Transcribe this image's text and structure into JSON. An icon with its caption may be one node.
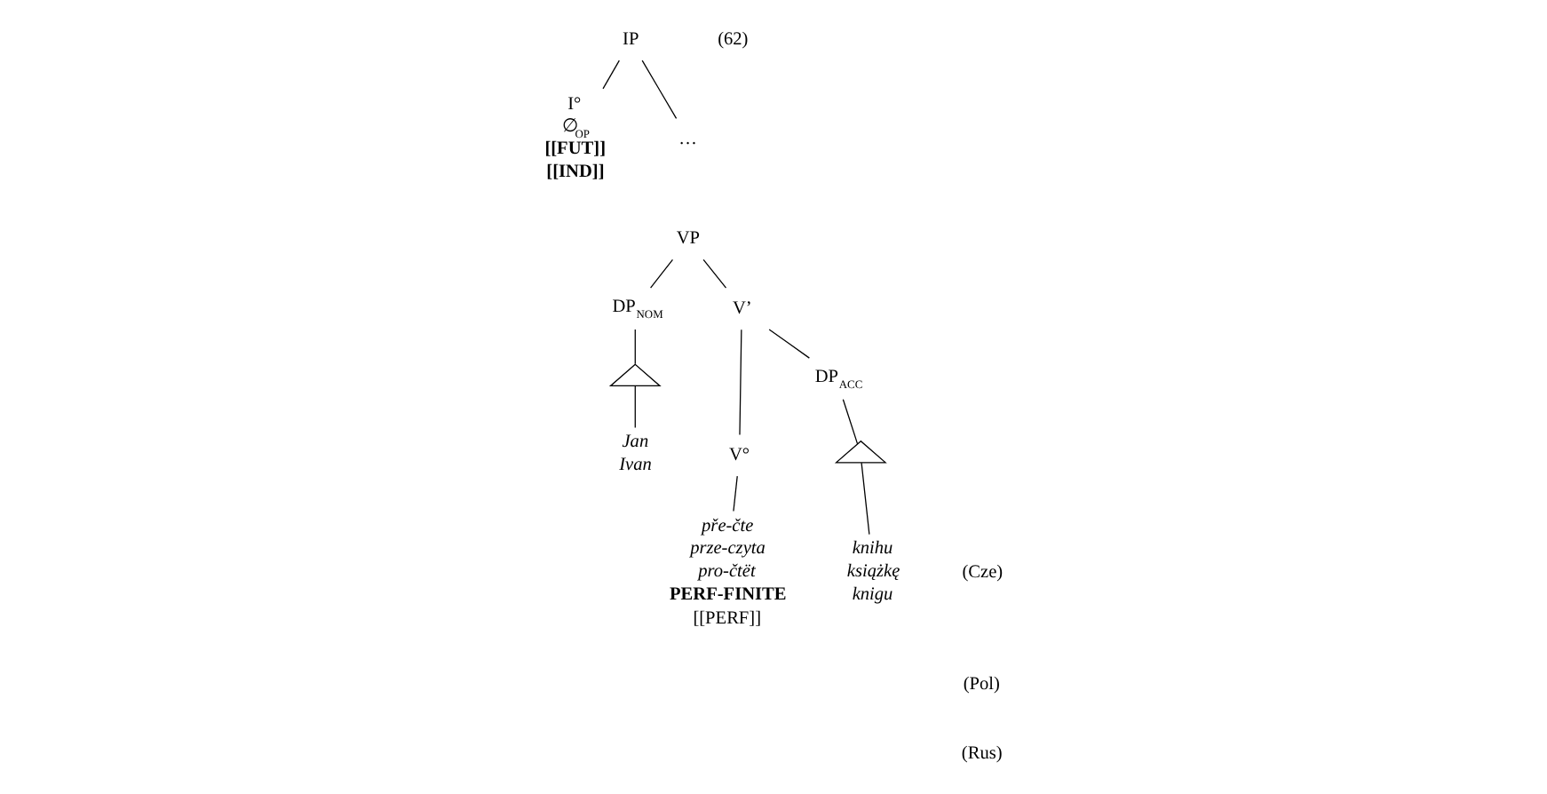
{
  "diagram": {
    "nodes": [
      {
        "text": [
          "IP"
        ]
      },
      {
        "text": [
          "I°",
          "∅$_{OP}$",
          "[[FUT]]",
          "[[IND]]"
        ]
      },
      {
        "text": [
          "…"
        ]
      },
      {
        "text": [
          "VP"
        ]
      },
      {
        "text": [
          "DP$_{NOM}$"
        ]
      },
      {
        "text": [
          "V’"
        ]
      },
      {
        "text": [],
        "shape": "triangle"
      },
      {
        "text": [
          "Jan",
          "Ivan"
        ]
      },
      {
        "text": [
          "V°"
        ]
      },
      {
        "text": [
          "DP$_{ACC}$"
        ]
      },
      {
        "text": [],
        "shape": "triangle"
      },
      {
        "text": [
          "pře-čte",
          "prze-czyta",
          "pro-čtët",
          "PERF-FINITE",
          "[[PERF]]"
        ]
      },
      {
        "text": [
          "knihu",
          "książkę",
          "knigu"
        ]
      }
    ],
    "edges": [
      {
        "from": 0,
        "to": 1,
        "arrow": "none"
      },
      {
        "from": 0,
        "to": 2,
        "arrow": "none"
      },
      {
        "from": 3,
        "to": 4,
        "arrow": "none"
      },
      {
        "from": 3,
        "to": 5,
        "arrow": "none"
      },
      {
        "from": 4,
        "to": 6,
        "arrow": "none"
      },
      {
        "from": 6,
        "to": 7,
        "arrow": "none"
      },
      {
        "from": 5,
        "to": 8,
        "arrow": "none"
      },
      {
        "from": 5,
        "to": 9,
        "arrow": "none"
      },
      {
        "from": 9,
        "to": 10,
        "arrow": "none"
      },
      {
        "from": 10,
        "to": 12,
        "arrow": "none"
      },
      {
        "from": 8,
        "to": 11,
        "arrow": "none"
      }
    ],
    "labels": [
      "(62)",
      "(Cze)",
      "(Pol)",
      "(Rus)"
    ]
  }
}
